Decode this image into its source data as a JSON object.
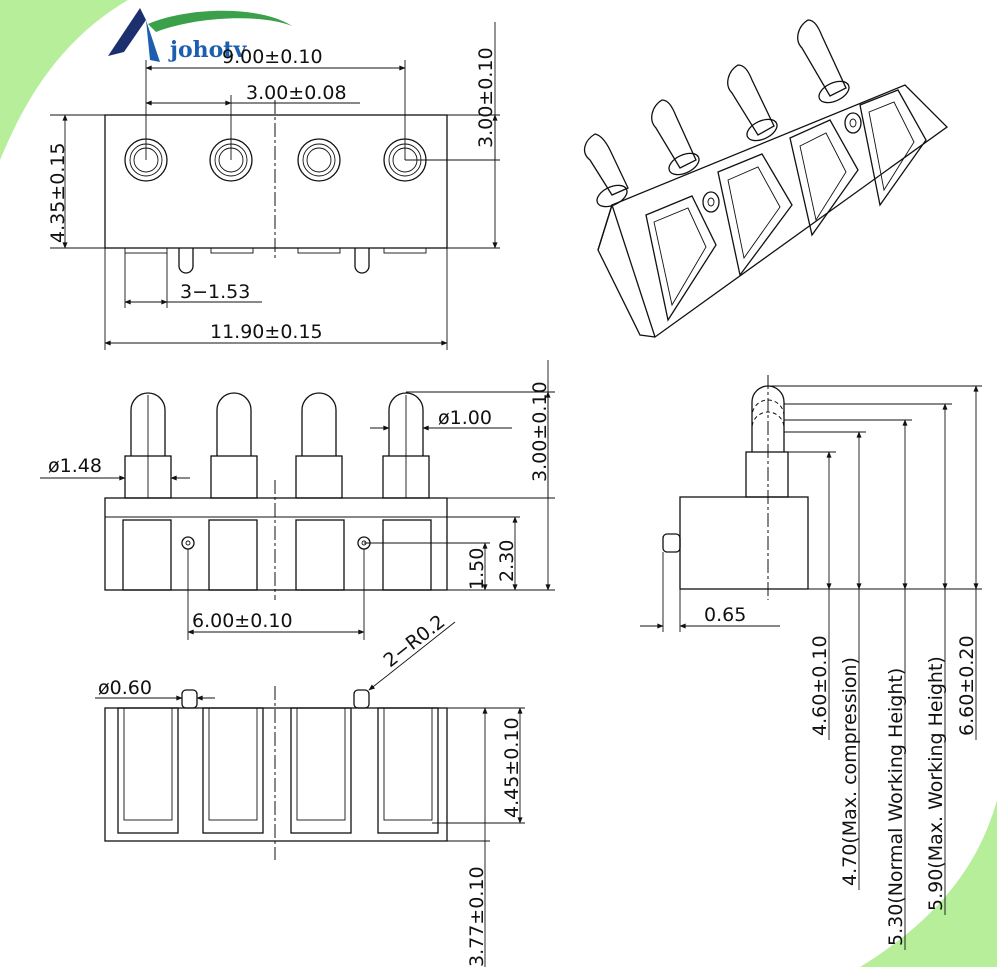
{
  "brand": {
    "name": "johotv",
    "colors": {
      "corner": "#b6ee9a",
      "logo_blue": "#1d5fae",
      "logo_navy": "#1c2f6e",
      "logo_green": "#3aa04a"
    }
  },
  "top_view": {
    "pitch_total": "9.00±0.10",
    "pitch": "3.00±0.08",
    "body_height": "4.35±0.15",
    "pin_offset": "3.00±0.10",
    "spacing": "3−1.53",
    "body_width": "11.90±0.15"
  },
  "front_view": {
    "pin_tip_dia": "ø1.00",
    "pin_barrel_dia": "ø1.48",
    "pin_length": "3.00±0.10",
    "post_spacing": "6.00±0.10",
    "height_a": "1.50",
    "height_b": "2.30"
  },
  "bottom_view": {
    "post_dia": "ø0.60",
    "radius": "2−R0.2",
    "depth": "4.45±0.10",
    "total": "3.77±0.10"
  },
  "side_view": {
    "offset": "0.65",
    "h1": "4.60±0.10",
    "h2": "4.70(Max. compression)",
    "h3": "5.30(Normal Working Height)",
    "h4": "5.90(Max. Working Height)",
    "h5": "6.60±0.20"
  }
}
